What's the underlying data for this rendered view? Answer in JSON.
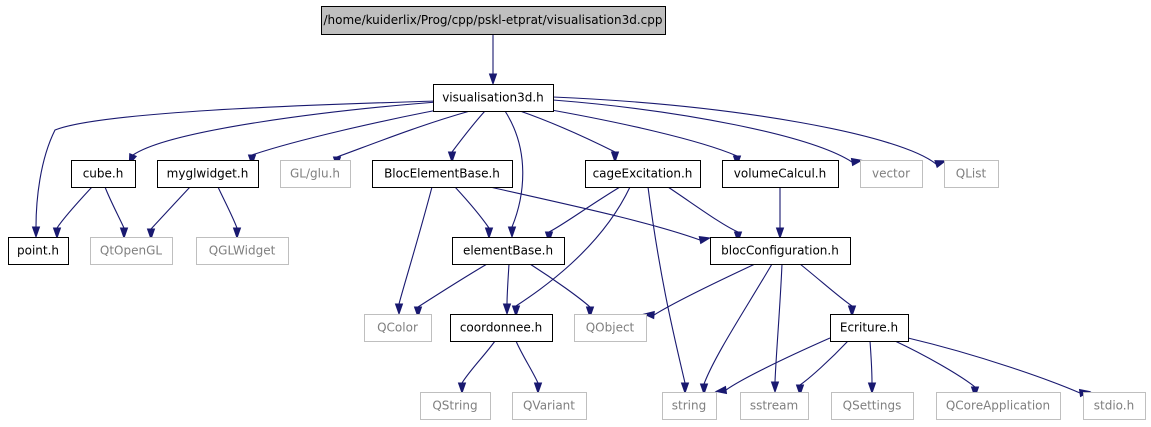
{
  "diagram": {
    "nodes": [
      {
        "id": "root",
        "label": "/home/kuiderlix/Prog/cpp/pskl-etprat/visualisation3d.cpp",
        "kind": "root"
      },
      {
        "id": "vis",
        "label": "visualisation3d.h",
        "kind": "file"
      },
      {
        "id": "cube",
        "label": "cube.h",
        "kind": "file"
      },
      {
        "id": "myglwidget",
        "label": "myglwidget.h",
        "kind": "file"
      },
      {
        "id": "glu",
        "label": "GL/glu.h",
        "kind": "ext"
      },
      {
        "id": "bloceb",
        "label": "BlocElementBase.h",
        "kind": "file"
      },
      {
        "id": "cage",
        "label": "cageExcitation.h",
        "kind": "file"
      },
      {
        "id": "volume",
        "label": "volumeCalcul.h",
        "kind": "file"
      },
      {
        "id": "vector",
        "label": "vector",
        "kind": "ext"
      },
      {
        "id": "qlist",
        "label": "QList",
        "kind": "ext"
      },
      {
        "id": "point",
        "label": "point.h",
        "kind": "file"
      },
      {
        "id": "qtopengl",
        "label": "QtOpenGL",
        "kind": "ext"
      },
      {
        "id": "qglwidget",
        "label": "QGLWidget",
        "kind": "ext"
      },
      {
        "id": "elementbase",
        "label": "elementBase.h",
        "kind": "file"
      },
      {
        "id": "blocconf",
        "label": "blocConfiguration.h",
        "kind": "file"
      },
      {
        "id": "qcolor",
        "label": "QColor",
        "kind": "ext"
      },
      {
        "id": "coord",
        "label": "coordonnee.h",
        "kind": "file"
      },
      {
        "id": "qobject",
        "label": "QObject",
        "kind": "ext"
      },
      {
        "id": "ecriture",
        "label": "Ecriture.h",
        "kind": "file"
      },
      {
        "id": "qstring",
        "label": "QString",
        "kind": "ext"
      },
      {
        "id": "qvariant",
        "label": "QVariant",
        "kind": "ext"
      },
      {
        "id": "string",
        "label": "string",
        "kind": "ext"
      },
      {
        "id": "sstream",
        "label": "sstream",
        "kind": "ext"
      },
      {
        "id": "qsettings",
        "label": "QSettings",
        "kind": "ext"
      },
      {
        "id": "qcoreapp",
        "label": "QCoreApplication",
        "kind": "ext"
      },
      {
        "id": "stdio",
        "label": "stdio.h",
        "kind": "ext"
      }
    ],
    "edges": [
      {
        "from": "root",
        "to": "vis"
      },
      {
        "from": "vis",
        "to": "point"
      },
      {
        "from": "vis",
        "to": "cube"
      },
      {
        "from": "vis",
        "to": "myglwidget"
      },
      {
        "from": "vis",
        "to": "glu"
      },
      {
        "from": "vis",
        "to": "bloceb"
      },
      {
        "from": "vis",
        "to": "elementbase"
      },
      {
        "from": "vis",
        "to": "cage"
      },
      {
        "from": "vis",
        "to": "volume"
      },
      {
        "from": "vis",
        "to": "vector"
      },
      {
        "from": "vis",
        "to": "qlist"
      },
      {
        "from": "cube",
        "to": "point"
      },
      {
        "from": "cube",
        "to": "qtopengl"
      },
      {
        "from": "myglwidget",
        "to": "qtopengl"
      },
      {
        "from": "myglwidget",
        "to": "qglwidget"
      },
      {
        "from": "bloceb",
        "to": "elementbase"
      },
      {
        "from": "bloceb",
        "to": "blocconf"
      },
      {
        "from": "bloceb",
        "to": "qcolor"
      },
      {
        "from": "cage",
        "to": "elementbase"
      },
      {
        "from": "cage",
        "to": "blocconf"
      },
      {
        "from": "cage",
        "to": "coord"
      },
      {
        "from": "cage",
        "to": "string"
      },
      {
        "from": "volume",
        "to": "blocconf"
      },
      {
        "from": "elementbase",
        "to": "qcolor"
      },
      {
        "from": "elementbase",
        "to": "coord"
      },
      {
        "from": "elementbase",
        "to": "qobject"
      },
      {
        "from": "blocconf",
        "to": "qobject"
      },
      {
        "from": "blocconf",
        "to": "ecriture"
      },
      {
        "from": "blocconf",
        "to": "string"
      },
      {
        "from": "blocconf",
        "to": "sstream"
      },
      {
        "from": "coord",
        "to": "qstring"
      },
      {
        "from": "coord",
        "to": "qvariant"
      },
      {
        "from": "ecriture",
        "to": "string"
      },
      {
        "from": "ecriture",
        "to": "sstream"
      },
      {
        "from": "ecriture",
        "to": "qsettings"
      },
      {
        "from": "ecriture",
        "to": "qcoreapp"
      },
      {
        "from": "ecriture",
        "to": "stdio"
      }
    ]
  }
}
